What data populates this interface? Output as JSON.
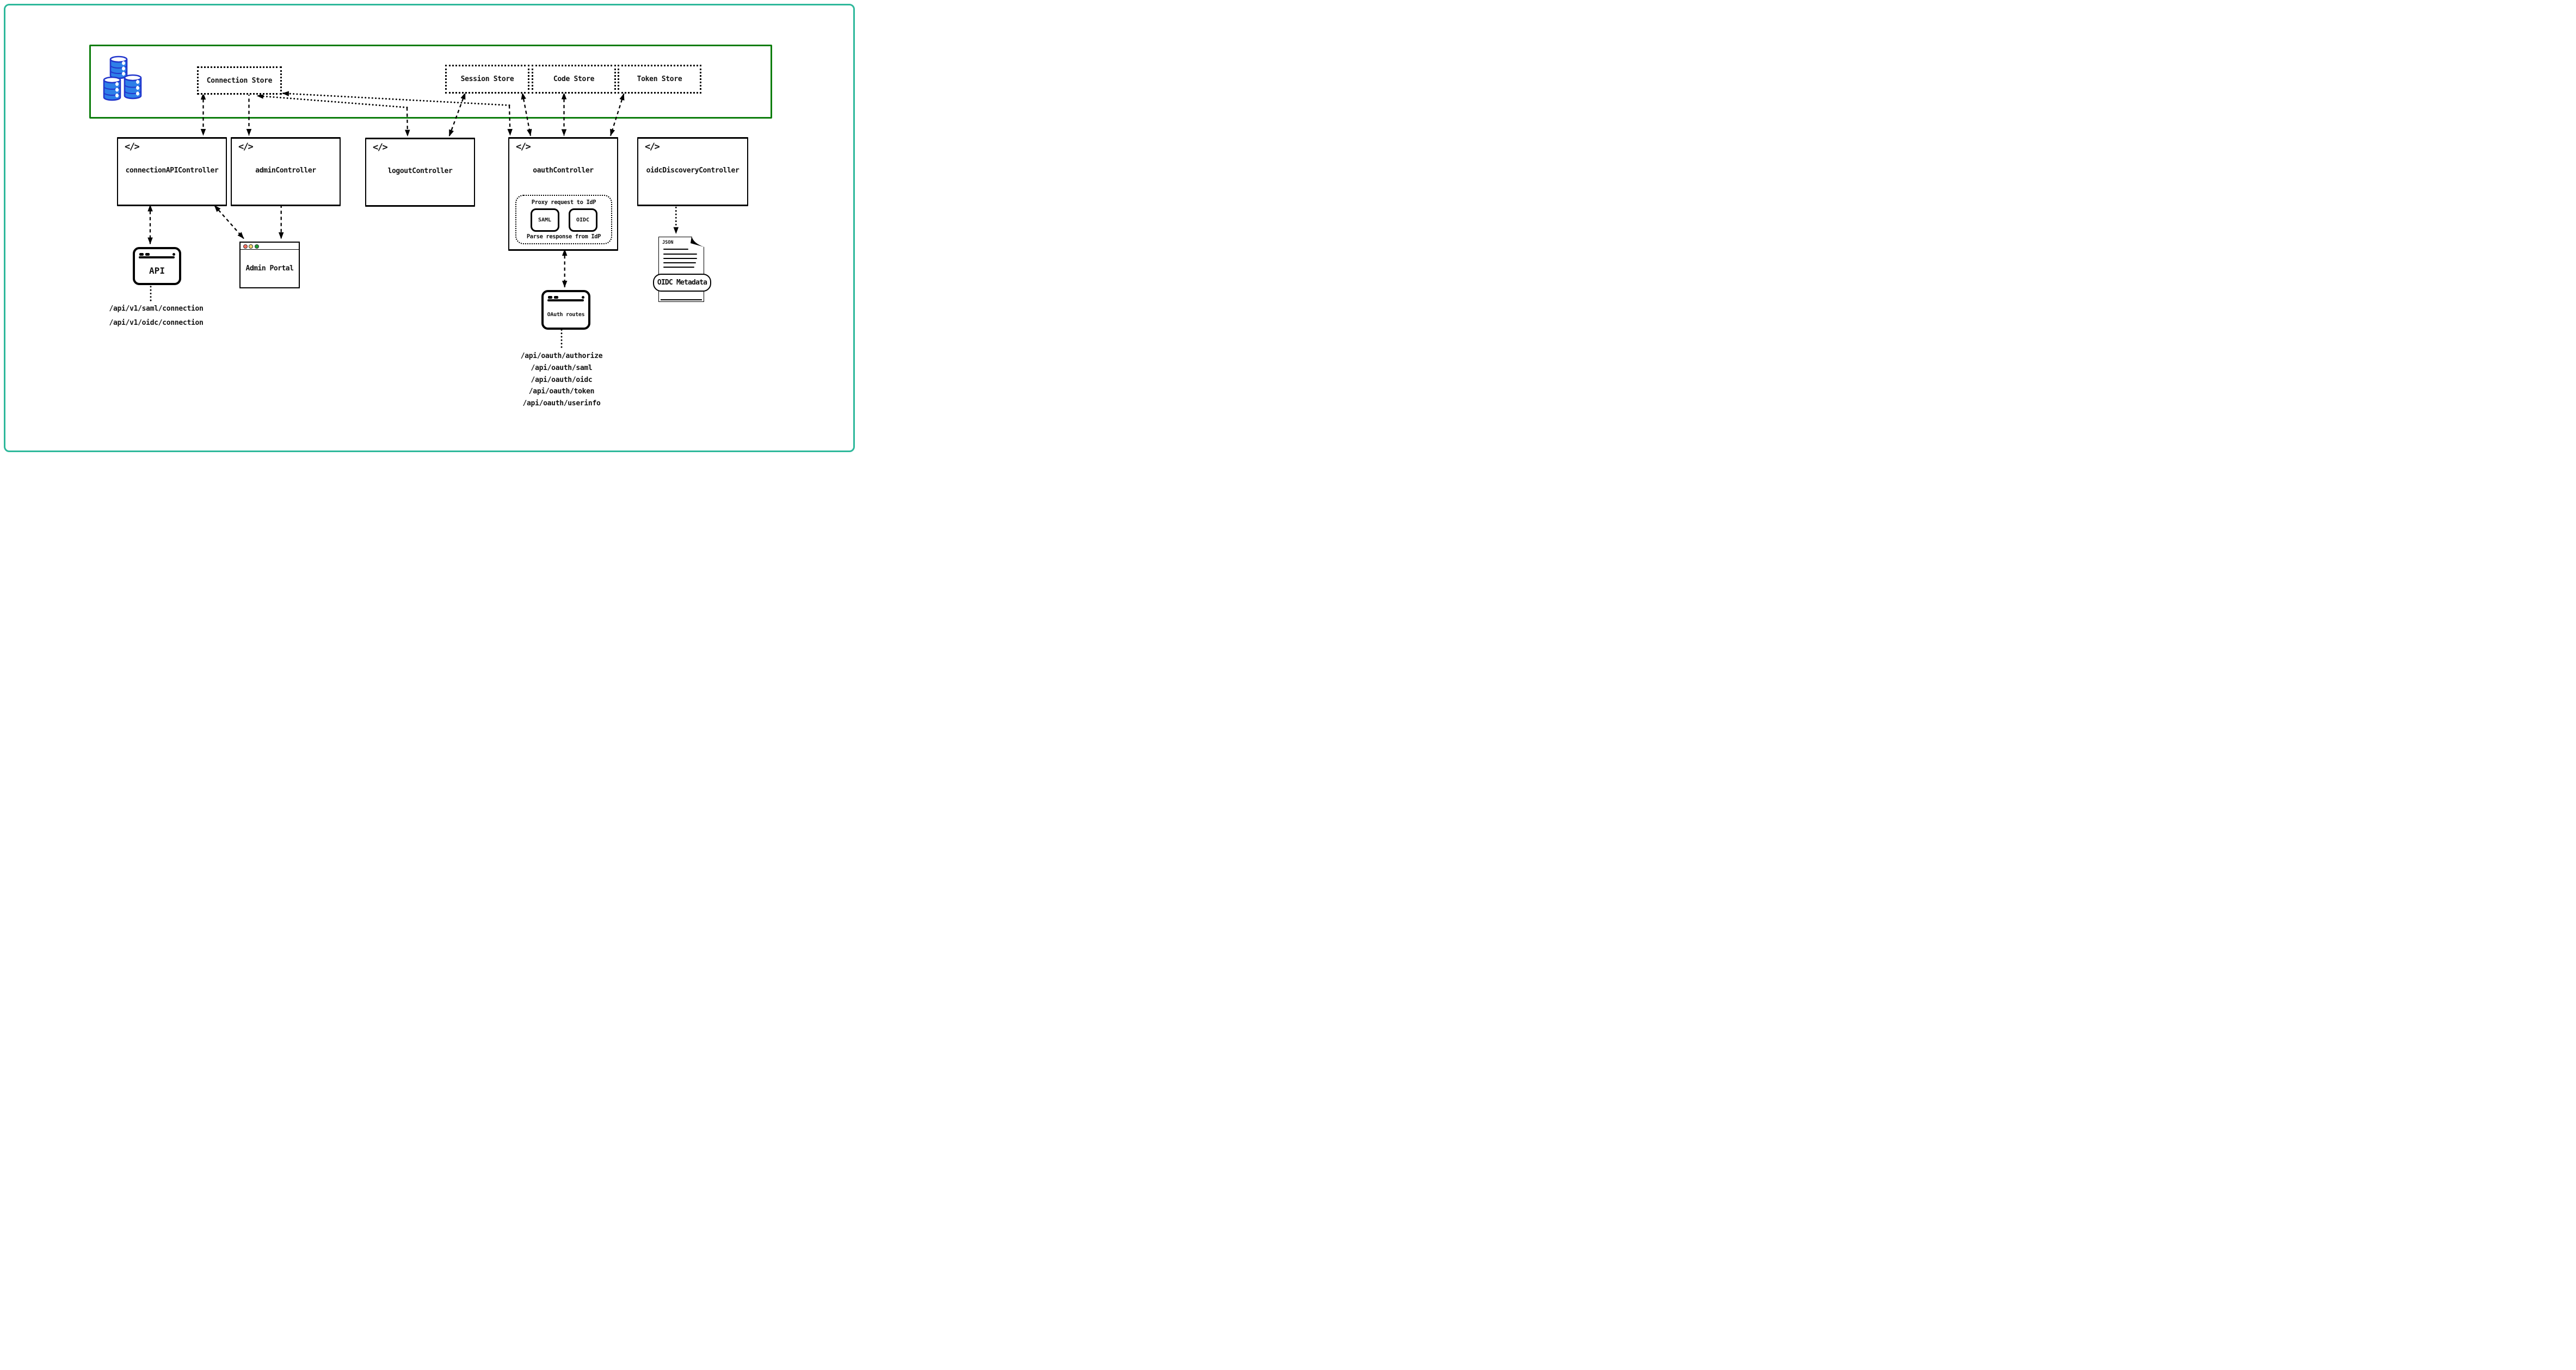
{
  "canvas": {
    "outer_border_color": "#2eb89b",
    "background_color": "#ffffff"
  },
  "store_zone": {
    "border_color": "#0b7d0b",
    "database_icon": {
      "name": "database-cylinders-icon",
      "fill_color": "#2e7fe8",
      "stroke_color": "#2236cc"
    },
    "stores": [
      {
        "label": "Connection Store"
      },
      {
        "label": "Session Store"
      },
      {
        "label": "Code Store"
      },
      {
        "label": "Token Store"
      }
    ]
  },
  "controllers": [
    {
      "label": "connectionAPIController",
      "icon_glyph": "</>"
    },
    {
      "label": "adminController",
      "icon_glyph": "</>"
    },
    {
      "label": "logoutController",
      "icon_glyph": "</>"
    },
    {
      "label": "oauthController",
      "icon_glyph": "</>",
      "idp_proxy": {
        "top_label": "Proxy request to IdP",
        "protocols": [
          {
            "label": "SAML"
          },
          {
            "label": "OIDC"
          }
        ],
        "bottom_label": "Parse response from IdP"
      }
    },
    {
      "label": "oidcDiscoveryController",
      "icon_glyph": "</>"
    }
  ],
  "clients": {
    "api_window": {
      "label": "API"
    },
    "admin_portal": {
      "title": "Admin Portal",
      "traffic_light_colors": [
        "#f87060",
        "#f5d56e",
        "#1e9e32"
      ]
    },
    "oauth_routes_window": {
      "label": "OAuth routes"
    },
    "oidc_metadata_doc": {
      "file_type_label": "JSON",
      "badge_label": "OIDC Metadata"
    }
  },
  "endpoints": {
    "connection_api": [
      {
        "path": "/api/v1/saml/connection"
      },
      {
        "path": "/api/v1/oidc/connection"
      }
    ],
    "oauth": [
      {
        "path": "/api/oauth/authorize"
      },
      {
        "path": "/api/oauth/saml"
      },
      {
        "path": "/api/oauth/oidc"
      },
      {
        "path": "/api/oauth/token"
      },
      {
        "path": "/api/oauth/userinfo"
      }
    ]
  }
}
